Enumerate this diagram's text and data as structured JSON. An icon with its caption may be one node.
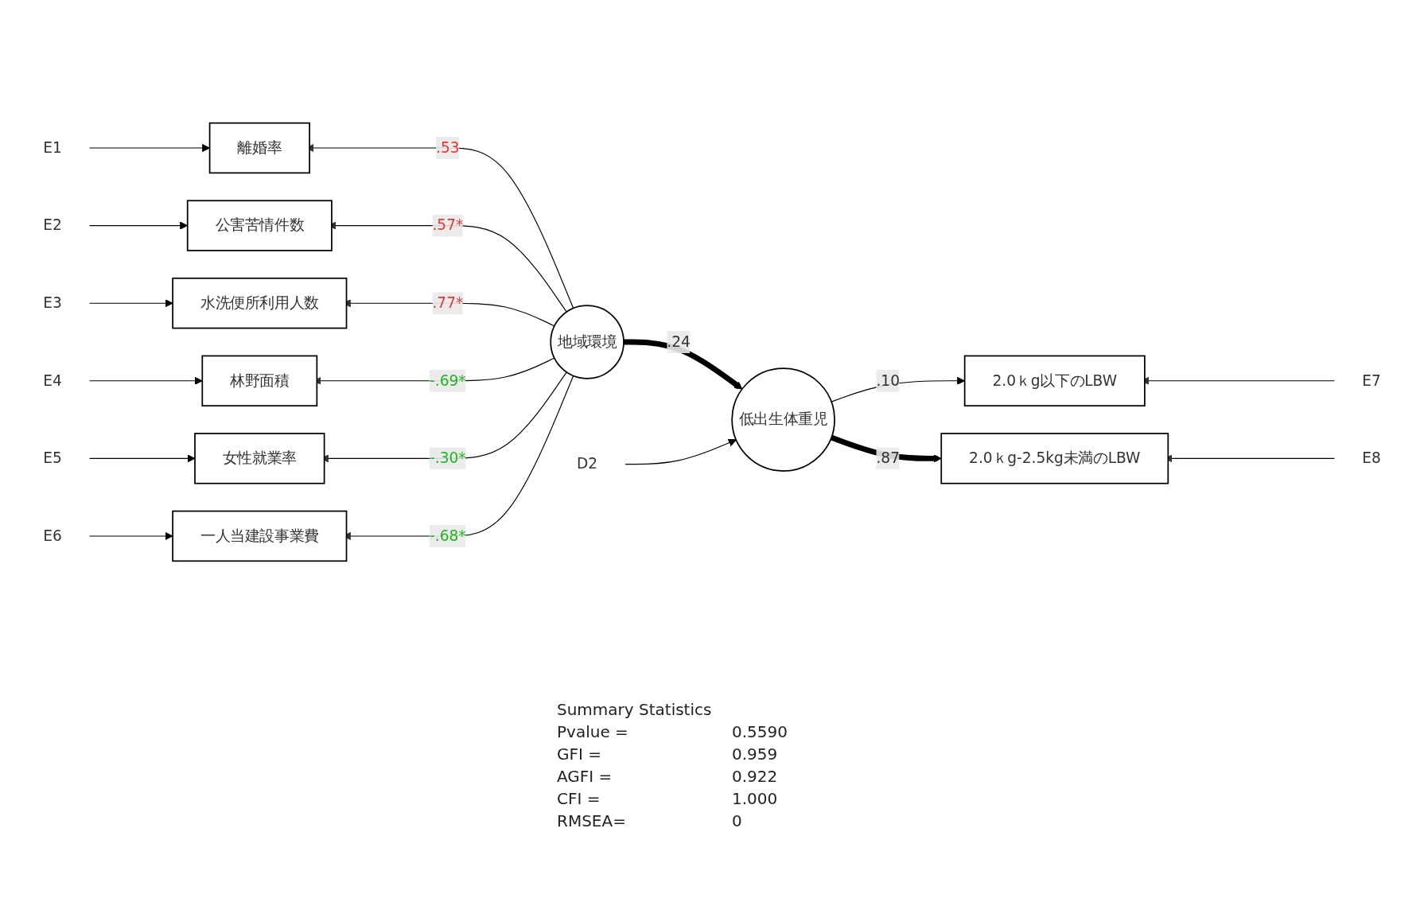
{
  "diagram": {
    "nodes": [
      {
        "text": [
          "離婚率"
        ]
      },
      {
        "text": [
          "公害苦情件数"
        ]
      },
      {
        "text": [
          "水洗便所利用人数"
        ]
      },
      {
        "text": [
          "林野面積"
        ]
      },
      {
        "text": [
          "女性就業率"
        ]
      },
      {
        "text": [
          "一人当建設事業費"
        ]
      },
      {
        "text": [
          "地域環境"
        ]
      },
      {
        "text": [
          "低出生体重児"
        ]
      },
      {
        "text": [
          "2.0ｋg以下のLBW"
        ]
      },
      {
        "text": [
          "2.0ｋg-2.5kg未満のLBW"
        ]
      },
      {
        "text": [
          "E1"
        ]
      },
      {
        "text": [
          "E2"
        ]
      },
      {
        "text": [
          "E3"
        ]
      },
      {
        "text": [
          "E4"
        ]
      },
      {
        "text": [
          "E5"
        ]
      },
      {
        "text": [
          "E6"
        ]
      },
      {
        "text": [
          "E7"
        ]
      },
      {
        "text": [
          "E8"
        ]
      },
      {
        "text": [
          "D2"
        ]
      }
    ],
    "edges": [
      {
        "from": 10,
        "to": 0,
        "arrow": "to"
      },
      {
        "from": 11,
        "to": 1,
        "arrow": "to"
      },
      {
        "from": 12,
        "to": 2,
        "arrow": "to"
      },
      {
        "from": 13,
        "to": 3,
        "arrow": "to"
      },
      {
        "from": 14,
        "to": 4,
        "arrow": "to"
      },
      {
        "from": 15,
        "to": 5,
        "arrow": "to"
      },
      {
        "from": 6,
        "to": 0,
        "arrow": "to",
        "label": ".53"
      },
      {
        "from": 6,
        "to": 1,
        "arrow": "to",
        "label": ".57*"
      },
      {
        "from": 6,
        "to": 2,
        "arrow": "to",
        "label": ".77*"
      },
      {
        "from": 6,
        "to": 3,
        "arrow": "to",
        "label": "-.69*"
      },
      {
        "from": 6,
        "to": 4,
        "arrow": "to",
        "label": "-.30*"
      },
      {
        "from": 6,
        "to": 5,
        "arrow": "to",
        "label": "-.68*"
      },
      {
        "from": 6,
        "to": 7,
        "arrow": "to",
        "label": ".24",
        "style": "thick"
      },
      {
        "from": 7,
        "to": 8,
        "arrow": "to",
        "label": ".10"
      },
      {
        "from": 7,
        "to": 9,
        "arrow": "to",
        "label": ".87",
        "style": "thick"
      },
      {
        "from": 16,
        "to": 8,
        "arrow": "to"
      },
      {
        "from": 17,
        "to": 9,
        "arrow": "to"
      },
      {
        "from": 18,
        "to": 7,
        "arrow": "to"
      }
    ],
    "labels": [
      "Summary Statistics",
      "Pvalue =",
      "0.5590",
      "GFI =",
      "0.959",
      "AGFI =",
      "0.922",
      "CFI =",
      "1.000",
      "RMSEA=",
      "0"
    ]
  }
}
